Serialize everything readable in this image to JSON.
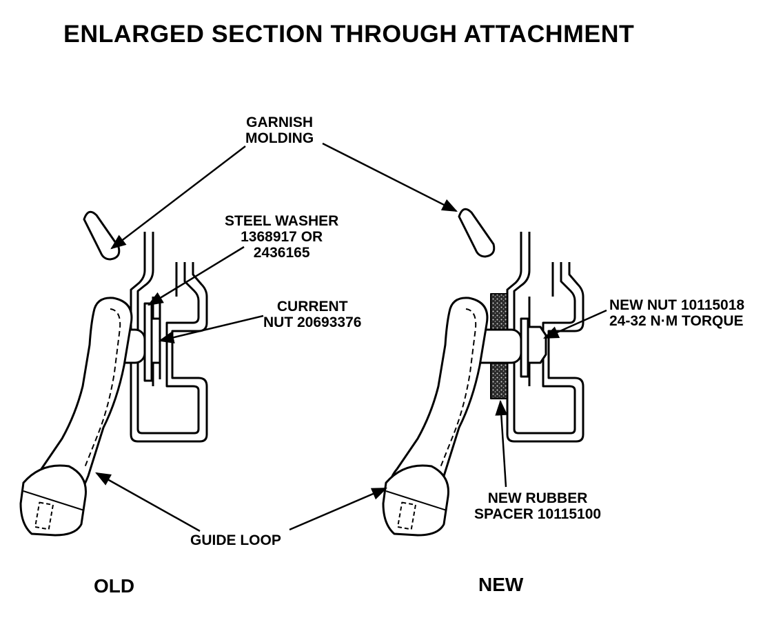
{
  "title": "ENLARGED SECTION THROUGH ATTACHMENT",
  "labels": {
    "garnish_molding": [
      "GARNISH",
      "MOLDING"
    ],
    "steel_washer": [
      "STEEL WASHER",
      "1368917 OR",
      "2436165"
    ],
    "current_nut": [
      "CURRENT",
      "NUT 20693376"
    ],
    "new_nut": [
      "NEW NUT 10115018",
      "24-32 N·M TORQUE"
    ],
    "new_rubber_spacer": [
      "NEW RUBBER",
      "SPACER 10115100"
    ],
    "guide_loop": "GUIDE LOOP"
  },
  "captions": {
    "old": "OLD",
    "new": "NEW"
  }
}
